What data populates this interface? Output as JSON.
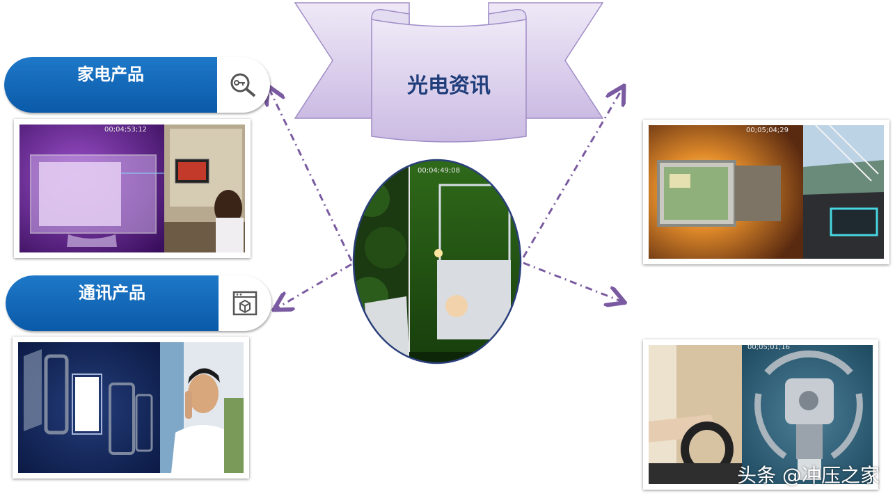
{
  "banner": {
    "title": "光电资讯"
  },
  "categories": [
    {
      "label": "家电产品",
      "icon": "key-magnifier-icon"
    },
    {
      "label": "通讯产品",
      "icon": "package-box-icon"
    }
  ],
  "photos": {
    "appliance_timestamp": "00;04;53;12",
    "center_timestamp": "00;04;49;08",
    "car_nav_timestamp": "00;05;04;29",
    "steering_timestamp": "00;05;01;16"
  },
  "watermark": "头条 @冲压之家",
  "colors": {
    "pill_blue": "#0a62b4",
    "ribbon": "#d9cdec",
    "arrow": "#7a5aa0"
  }
}
